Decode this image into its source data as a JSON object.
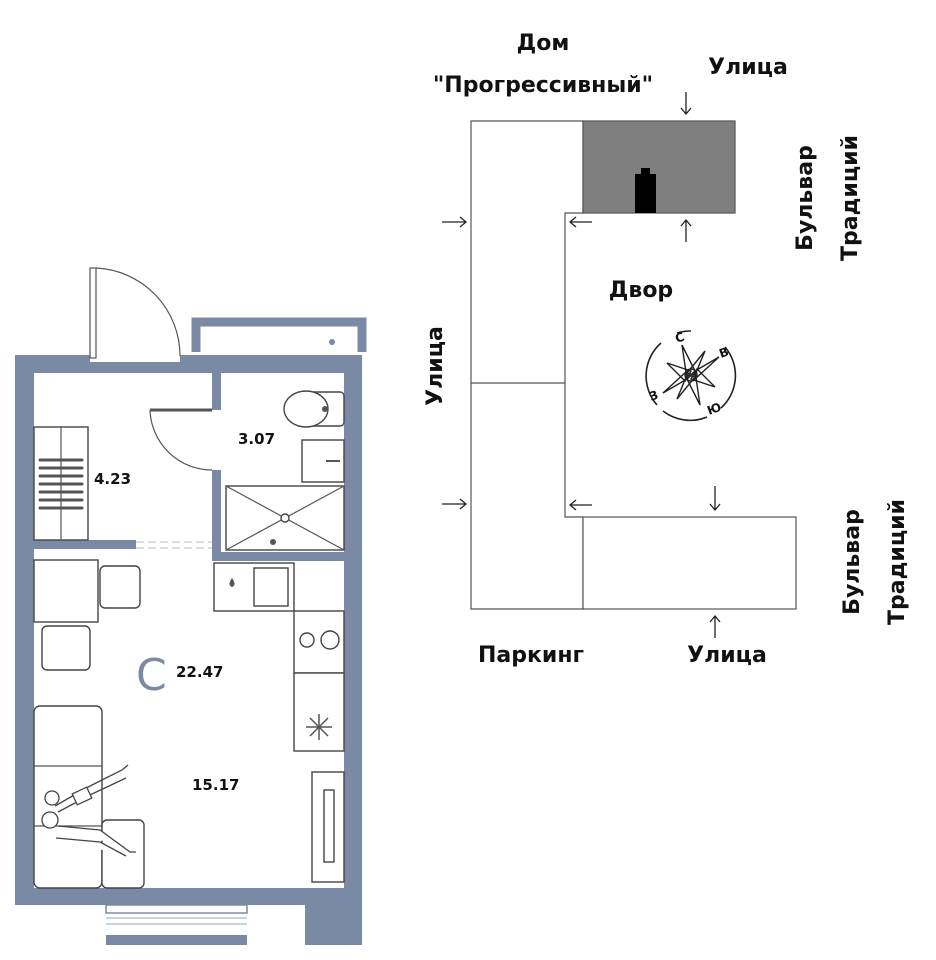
{
  "apartment": {
    "total_area": "22.47",
    "room_type_symbol": "С",
    "hall_area": "4.23",
    "bathroom_area": "3.07",
    "living_area": "15.17",
    "wall_color": "#7a8aa5"
  },
  "site_plan": {
    "building_label_line1": "Дом",
    "building_label_line2": "\"Прогрессивный\"",
    "street_top": "Улица",
    "street_left": "Улица",
    "street_bottom": "Улица",
    "boulevard_top_line1": "Бульвар",
    "boulevard_top_line2": "Традиций",
    "boulevard_bottom_line1": "Бульвар",
    "boulevard_bottom_line2": "Традиций",
    "yard": "Двор",
    "parking": "Паркинг",
    "highlight_color": "#7f7f7f"
  },
  "compass": {
    "north": "С",
    "east": "В",
    "south": "Ю",
    "west": "З"
  }
}
